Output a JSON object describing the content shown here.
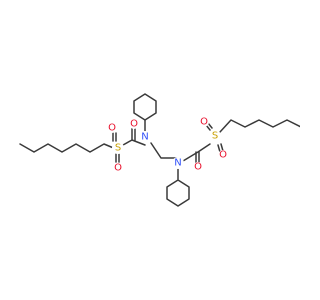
{
  "molecule": {
    "atom_labels": {
      "oxygen": "O",
      "nitrogen": "N",
      "sulfur": "S"
    },
    "colors": {
      "bond": "#3a3a3a",
      "oxygen": "#e8112d",
      "nitrogen": "#3050f8",
      "sulfur": "#c8a000"
    }
  }
}
